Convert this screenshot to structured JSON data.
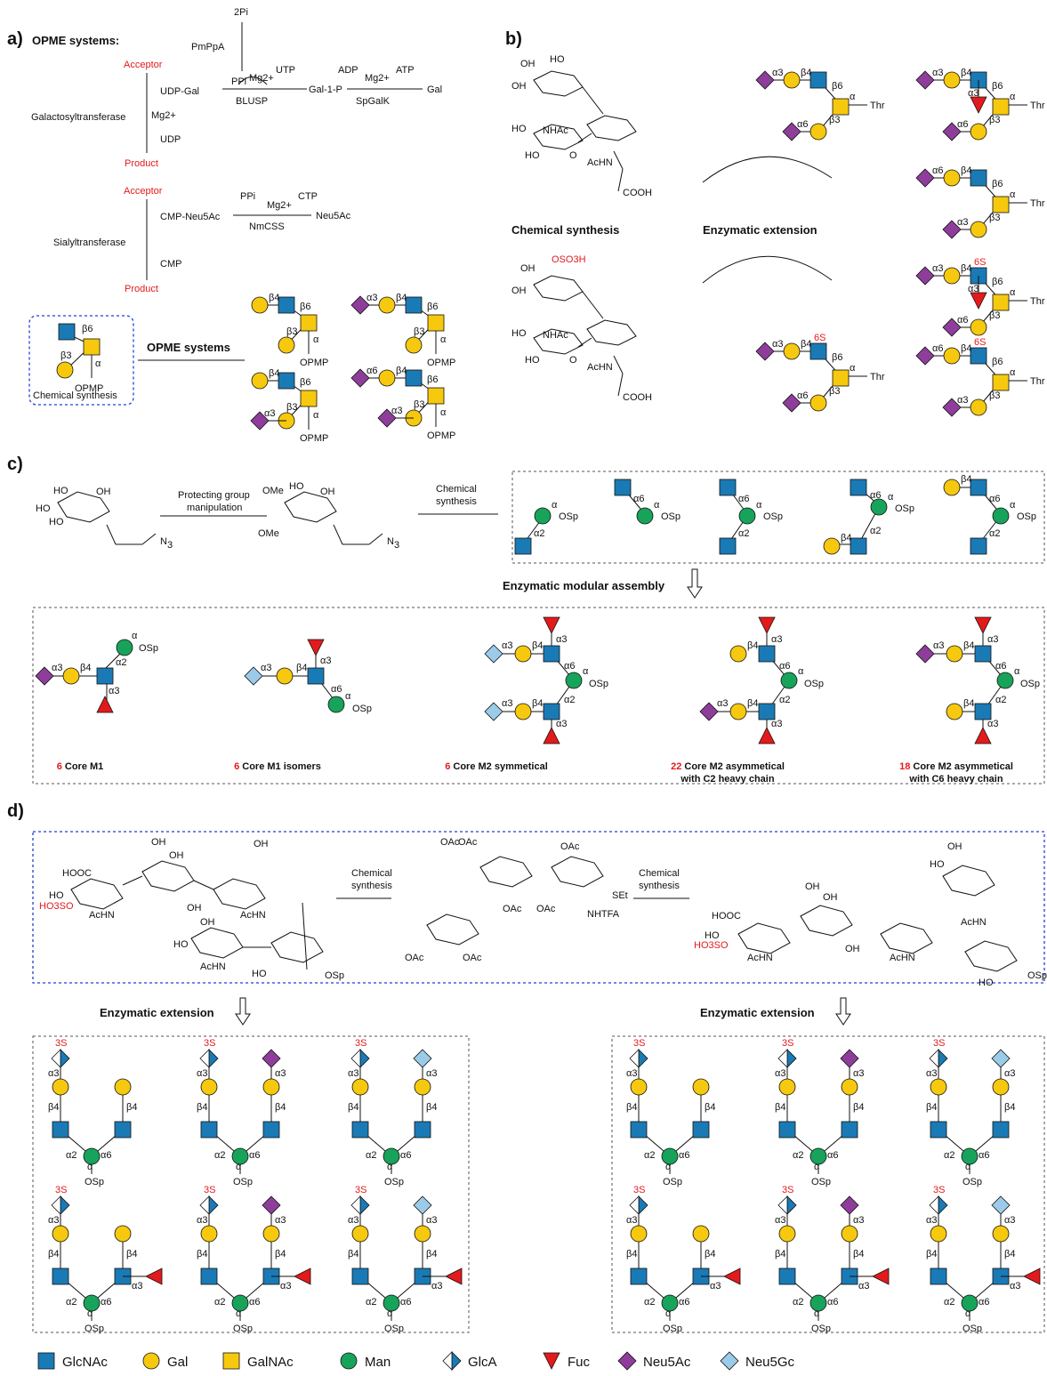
{
  "colors": {
    "glcnac": "#1a7ab5",
    "gal": "#f6c90e",
    "galnac": "#f6c90e",
    "man": "#17a35a",
    "glca": "#1a7ab5",
    "fuc": "#e31a1c",
    "neu5ac": "#8e3e9a",
    "neu5gc": "#9bcbe8",
    "highlight": "#e31a1c"
  },
  "panel_a": {
    "label": "a)",
    "title": "OPME systems:",
    "acceptor": "Acceptor",
    "product": "Product",
    "udpgal": "UDP-Gal",
    "udp": "UDP",
    "galt": "Galactosyltransferase",
    "mg": "Mg2+",
    "twopi": "2Pi",
    "pmppa": "PmPpA",
    "ppi": "PPi",
    "utp": "UTP",
    "gal1p": "Gal-1-P",
    "blusp": "BLUSP",
    "adp": "ADP",
    "atp": "ATP",
    "gal": "Gal",
    "spgalk": "SpGalK",
    "cmpneu": "CMP-Neu5Ac",
    "cmp": "CMP",
    "sialt": "Sialyltransferase",
    "ctp": "CTP",
    "neu5ac": "Neu5Ac",
    "nmcss": "NmCSS",
    "chem": "Chemical synthesis",
    "opme": "OPME systems",
    "opmp": "OPMP"
  },
  "panel_b": {
    "label": "b)",
    "chem": "Chemical synthesis",
    "enz": "Enzymatic  extension",
    "thr": "Thr",
    "s6": "6S",
    "oso3h": "OSO3H",
    "nhac": "NHAc",
    "achn": "AcHN",
    "cooh": "COOH"
  },
  "panel_c": {
    "label": "c)",
    "pgm": "Protecting group",
    "pgm2": "manipulation",
    "chem": "Chemical",
    "chem2": "synthesis",
    "assembly": "Enzymatic modular assembly",
    "osp": "OSp",
    "captions": [
      {
        "n": "6",
        "t": "Core M1",
        "t2": ""
      },
      {
        "n": "6",
        "t": "Core M1 isomers",
        "t2": ""
      },
      {
        "n": "6",
        "t": "Core M2 symmetical",
        "t2": ""
      },
      {
        "n": "22",
        "t": "Core M2 asymmetical",
        "t2": "with C2 heavy chain"
      },
      {
        "n": "18",
        "t": "Core M2 asymmetical",
        "t2": "with C6 heavy chain"
      }
    ]
  },
  "panel_d": {
    "label": "d)",
    "chem": "Chemical",
    "chem2": "synthesis",
    "enz": "Enzymatic  extension",
    "s3": "3S",
    "osp": "OSp",
    "ho3so": "HO3SO",
    "nhtfa": "NHTFA",
    "set": "SEt"
  },
  "legend": [
    {
      "icon": "square",
      "color": "#1a7ab5",
      "label": "GlcNAc"
    },
    {
      "icon": "circle",
      "color": "#f6c90e",
      "label": "Gal"
    },
    {
      "icon": "square",
      "color": "#f6c90e",
      "label": "GalNAc"
    },
    {
      "icon": "circle",
      "color": "#17a35a",
      "label": "Man"
    },
    {
      "icon": "halfdiamond",
      "color": "#1a7ab5",
      "label": "GlcA"
    },
    {
      "icon": "triangle",
      "color": "#e31a1c",
      "label": "Fuc"
    },
    {
      "icon": "diamond",
      "color": "#8e3e9a",
      "label": "Neu5Ac"
    },
    {
      "icon": "diamond",
      "color": "#9bcbe8",
      "label": "Neu5Gc"
    }
  ]
}
